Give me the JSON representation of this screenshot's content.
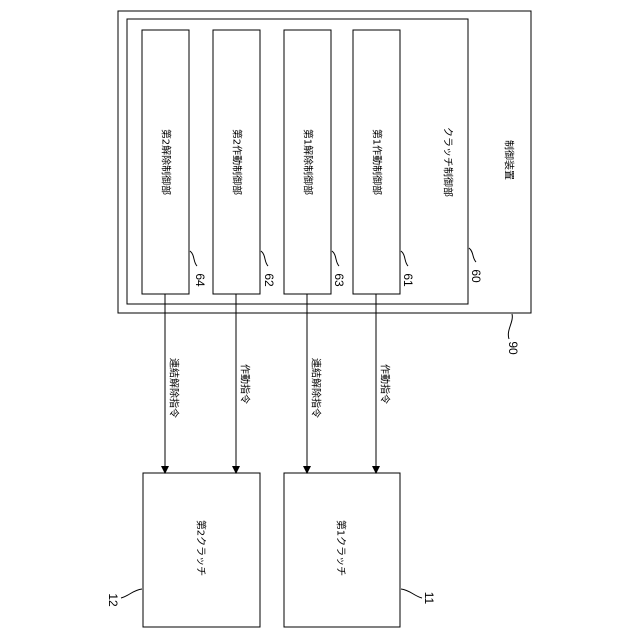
{
  "control_device": {
    "label": "制御装置",
    "ref": "90"
  },
  "clutch_control_unit": {
    "label": "クラッチ制御部",
    "ref": "60"
  },
  "sub_units": [
    {
      "label": "第1作動制御部",
      "ref": "61"
    },
    {
      "label": "第1解除制御部",
      "ref": "63"
    },
    {
      "label": "第2作動制御部",
      "ref": "62"
    },
    {
      "label": "第2解除制御部",
      "ref": "64"
    }
  ],
  "commands": {
    "actuate": "作動指令",
    "release": "連結解除指令"
  },
  "clutches": [
    {
      "label": "第1クラッチ",
      "ref": "11"
    },
    {
      "label": "第2クラッチ",
      "ref": "12"
    }
  ]
}
